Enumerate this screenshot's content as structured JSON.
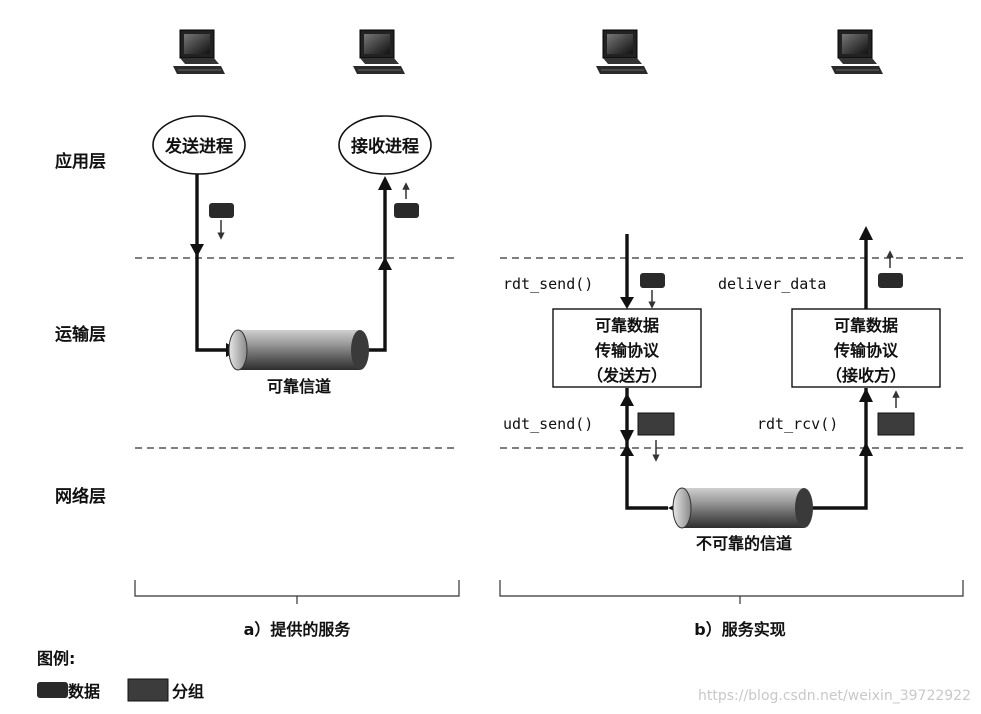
{
  "layers": {
    "application": "应用层",
    "transport": "运输层",
    "network": "网络层"
  },
  "panel_a": {
    "sender_process": "发送进程",
    "receiver_process": "接收进程",
    "channel": "可靠信道",
    "caption": "a）提供的服务"
  },
  "panel_b": {
    "rdt_send": "rdt_send()",
    "deliver_data": "deliver_data",
    "udt_send": "udt_send()",
    "rdt_rcv": "rdt_rcv()",
    "sender_box": [
      "可靠数据",
      "传输协议",
      "（发送方）"
    ],
    "receiver_box": [
      "可靠数据",
      "传输协议",
      "（接收方）"
    ],
    "channel": "不可靠的信道",
    "caption": "b）服务实现"
  },
  "legend": {
    "title": "图例:",
    "data_label": "数据",
    "packet_label": "分组"
  },
  "watermark": "https://blog.csdn.net/weixin_39722922",
  "colors": {
    "line": "#111111",
    "dashed": "#555555",
    "data_block": "#2a2a2a",
    "packet_block": "#3c3c3c"
  }
}
